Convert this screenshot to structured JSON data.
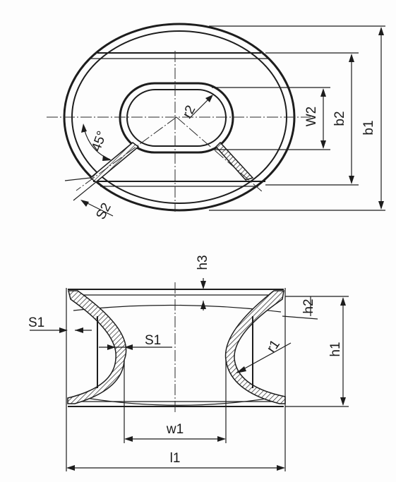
{
  "drawing": {
    "top_view": {
      "dims": {
        "b1": "b1",
        "b2": "b2",
        "w2": "W2",
        "r2": "r2",
        "angle": "45°",
        "s2": "S2"
      }
    },
    "side_view": {
      "dims": {
        "h1": "h1",
        "h2": "h2",
        "h3": "h3",
        "r1": "r1",
        "s1_left": "S1",
        "s1_inner": "S1",
        "w1": "w1",
        "l1": "l1"
      }
    }
  }
}
